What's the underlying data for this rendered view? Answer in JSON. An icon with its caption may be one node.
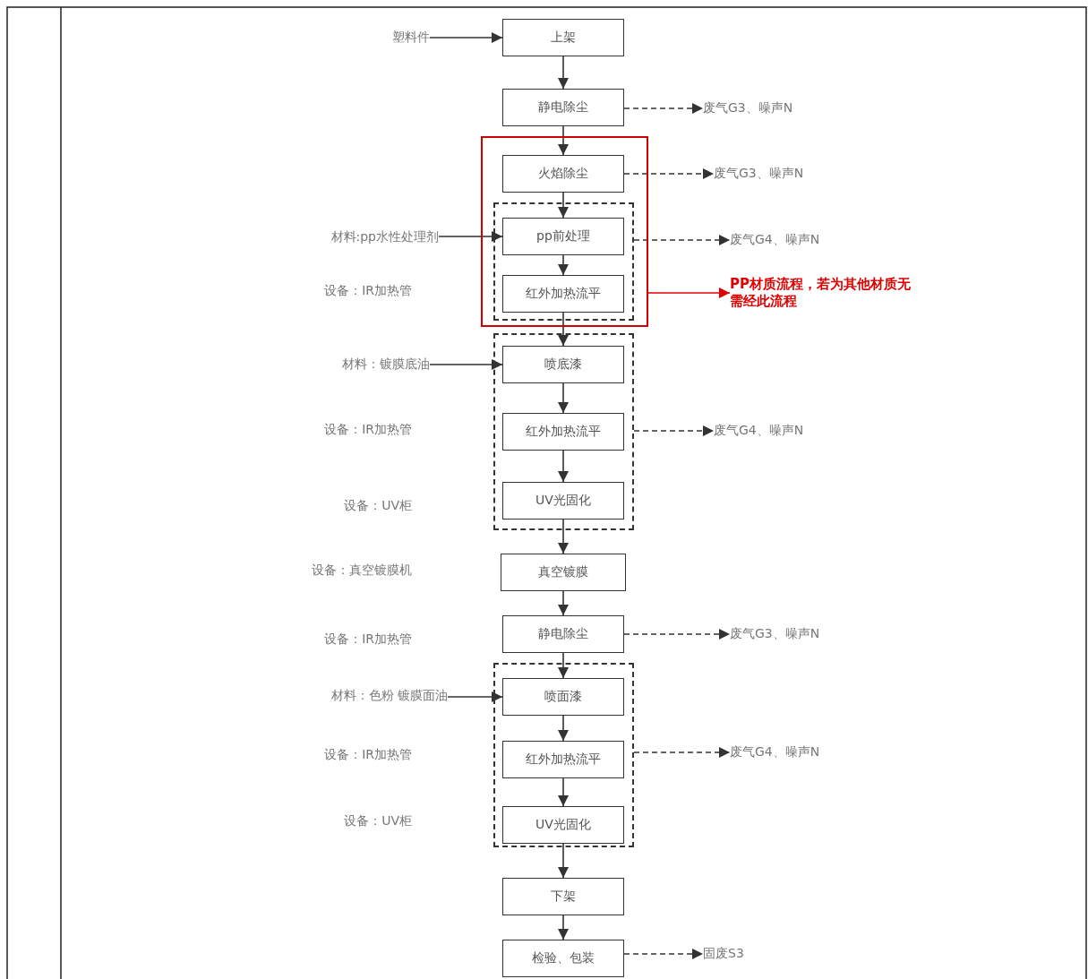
{
  "diagram": {
    "nodes": [
      {
        "text": [
          "塑料件"
        ]
      },
      {
        "text": [
          "上架"
        ]
      },
      {
        "text": [
          "静电除尘"
        ]
      },
      {
        "text": [
          "废气G3、噪声N"
        ]
      },
      {
        "text": [],
        "shape": "box"
      },
      {
        "text": [
          "火焰除尘"
        ],
        "in": 4
      },
      {
        "text": [
          "废气G3、噪声N"
        ]
      },
      {
        "text": [],
        "shape": "box",
        "in": 4
      },
      {
        "text": [
          "材料:pp水性处理剂"
        ]
      },
      {
        "text": [
          "pp前处理"
        ],
        "in": 7
      },
      {
        "text": [
          "废气G4、噪声N"
        ]
      },
      {
        "text": [
          "红外加热流平"
        ],
        "in": 7
      },
      {
        "text": [
          "PP材质流程，若为其他材质无需经此流程"
        ]
      },
      {
        "text": [],
        "shape": "box"
      },
      {
        "text": [
          "材料：镀膜底油"
        ]
      },
      {
        "text": [
          "喷底漆"
        ],
        "in": 13
      },
      {
        "text": [
          "红外加热流平"
        ],
        "in": 13
      },
      {
        "text": [
          "废气G4、噪声N"
        ]
      },
      {
        "text": [
          "UV光固化"
        ],
        "in": 13
      },
      {
        "text": [
          "真空镀膜"
        ]
      },
      {
        "text": [
          "静电除尘"
        ]
      },
      {
        "text": [
          "废气G3、噪声N"
        ]
      },
      {
        "text": [],
        "shape": "box"
      },
      {
        "text": [
          "材料：色粉 镀膜面油"
        ]
      },
      {
        "text": [
          "喷面漆"
        ],
        "in": 22
      },
      {
        "text": [
          "红外加热流平"
        ],
        "in": 22
      },
      {
        "text": [
          "废气G4、噪声N"
        ]
      },
      {
        "text": [
          "UV光固化"
        ],
        "in": 22
      },
      {
        "text": [
          "下架"
        ]
      },
      {
        "text": [
          "检验、包装"
        ]
      },
      {
        "text": [
          "固废S3"
        ]
      }
    ],
    "edges": [
      {
        "from": 0,
        "to": 1,
        "arrow": "to"
      },
      {
        "from": 1,
        "to": 2,
        "arrow": "to"
      },
      {
        "from": 2,
        "to": 3,
        "arrow": "to",
        "style": "dashed"
      },
      {
        "from": 2,
        "to": 5,
        "arrow": "to"
      },
      {
        "from": 5,
        "to": 6,
        "arrow": "to",
        "style": "dashed"
      },
      {
        "from": 5,
        "to": 9,
        "arrow": "to"
      },
      {
        "from": 8,
        "to": 9,
        "arrow": "to"
      },
      {
        "from": 9,
        "to": 11,
        "arrow": "to"
      },
      {
        "from": 7,
        "to": 10,
        "arrow": "to",
        "style": "dashed"
      },
      {
        "from": 4,
        "to": 12,
        "arrow": "to",
        "color": "#e00000"
      },
      {
        "from": 11,
        "to": 15,
        "arrow": "to"
      },
      {
        "from": 14,
        "to": 15,
        "arrow": "to"
      },
      {
        "from": 15,
        "to": 16,
        "arrow": "to"
      },
      {
        "from": 16,
        "to": 18,
        "arrow": "to"
      },
      {
        "from": 13,
        "to": 17,
        "arrow": "to",
        "style": "dashed"
      },
      {
        "from": 18,
        "to": 19,
        "arrow": "to"
      },
      {
        "from": 19,
        "to": 20,
        "arrow": "to"
      },
      {
        "from": 20,
        "to": 21,
        "arrow": "to",
        "style": "dashed"
      },
      {
        "from": 20,
        "to": 24,
        "arrow": "to"
      },
      {
        "from": 23,
        "to": 24,
        "arrow": "to"
      },
      {
        "from": 24,
        "to": 25,
        "arrow": "to"
      },
      {
        "from": 25,
        "to": 27,
        "arrow": "to"
      },
      {
        "from": 22,
        "to": 26,
        "arrow": "to",
        "style": "dashed"
      },
      {
        "from": 27,
        "to": 28,
        "arrow": "to"
      },
      {
        "from": 28,
        "to": 29,
        "arrow": "to"
      },
      {
        "from": 29,
        "to": 30,
        "arrow": "to",
        "style": "dashed"
      }
    ],
    "labels": [
      "设备：IR加热管",
      "设备：IR加热管",
      "设备：UV柜",
      "设备：真空镀膜机",
      "设备：IR加热管",
      "设备：IR加热管",
      "设备：UV柜"
    ]
  }
}
